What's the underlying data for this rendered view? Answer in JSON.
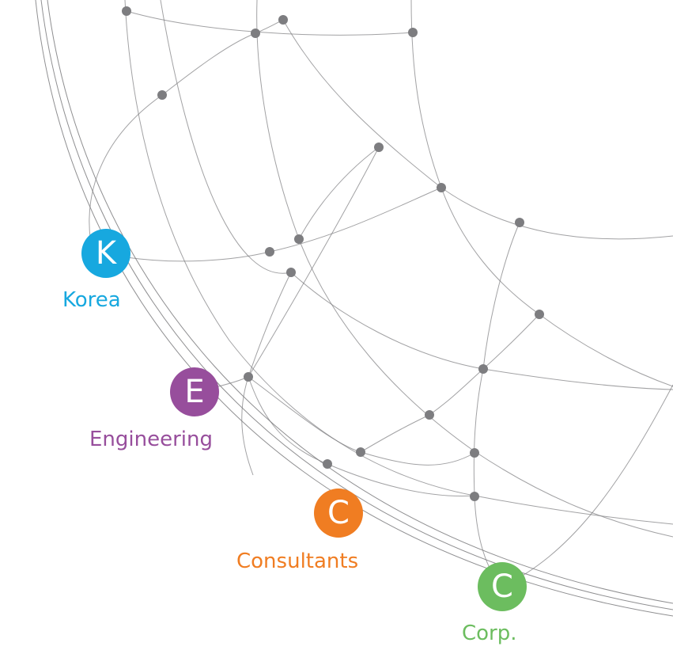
{
  "colors": {
    "line": "#7b7b7e",
    "node": "#7d7d80",
    "korea": "#17a8df",
    "engineering": "#974e9c",
    "consultants": "#f07d22",
    "corp": "#6cbd5f"
  },
  "icons": [
    "globe-wireframe"
  ],
  "badges": [
    {
      "letter": "K",
      "label": "Korea"
    },
    {
      "letter": "E",
      "label": "Engineering"
    },
    {
      "letter": "C",
      "label": "Consultants"
    },
    {
      "letter": "C",
      "label": "Corp."
    }
  ]
}
